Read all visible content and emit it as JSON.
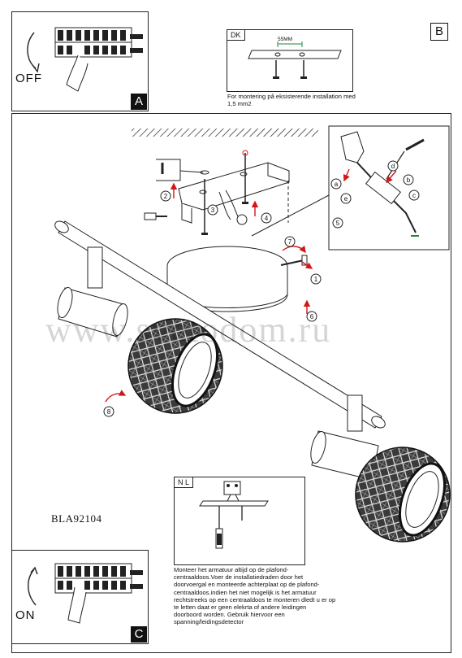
{
  "panel_a": {
    "letter": "A",
    "state_label": "OFF"
  },
  "panel_b": {
    "letter": "B",
    "lang": "DK",
    "dimension": "55MM",
    "note": "For montering på eksisterende installation med 1,5 mm2"
  },
  "panel_c": {
    "letter": "C",
    "state_label": "ON"
  },
  "model": "BLA92104",
  "watermark": "www.svetodom.ru",
  "wiring": {
    "lang": "N L",
    "note": "Monteer het armatuur altijd op de plafond-centraaldoos.Voer de installatiedraden door het doorvoergal en monteerde achterplaat op de plafond-centraaldoos.indien het niet mogelijk is het armatuur rechtstreeks op een centraaldoos te monteren dledt u er op te letten daat er geen elekrta of andere leidingen doorboord worden. Gebruik hiervoor een spanning/leidingsdetector"
  },
  "steps": [
    "1",
    "2",
    "3",
    "4",
    "5",
    "6",
    "7",
    "8"
  ],
  "connector_letters": [
    "a",
    "b",
    "c",
    "d",
    "e"
  ],
  "colors": {
    "line": "#222222",
    "red": "#d01818",
    "green": "#1a8a3a"
  }
}
